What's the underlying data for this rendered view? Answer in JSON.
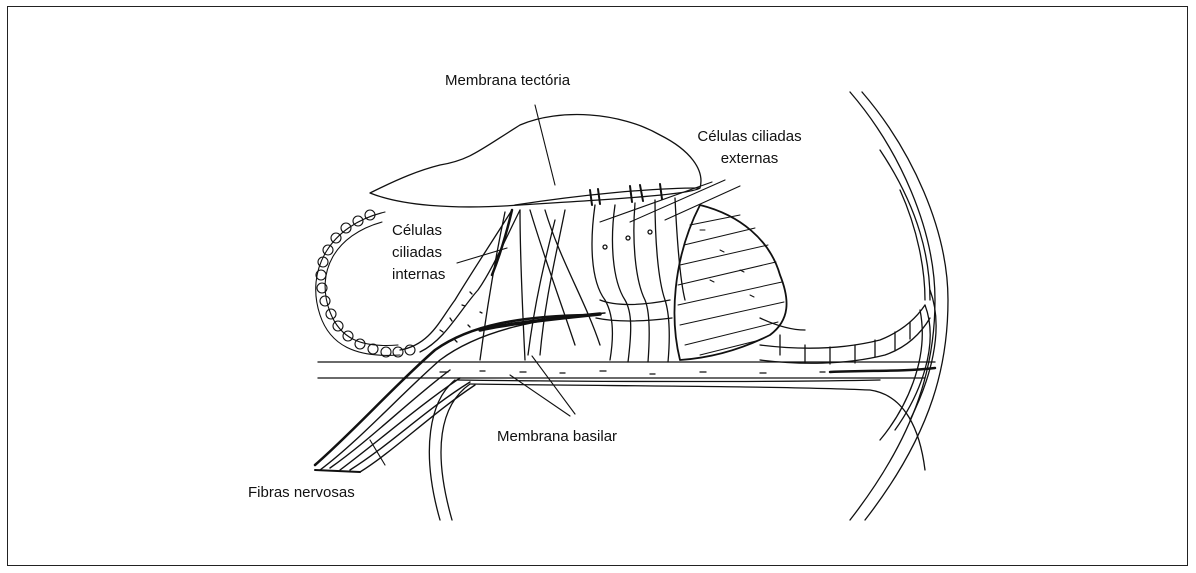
{
  "labels": {
    "tectoria": "Membrana tectória",
    "externas_1": "Células ciliadas",
    "externas_2": "externas",
    "internas_1": "Células",
    "internas_2": "ciliadas",
    "internas_3": "internas",
    "basilar": "Membrana basilar",
    "fibras": "Fibras nervosas"
  },
  "colors": {
    "ink": "#111111",
    "paper": "#ffffff"
  }
}
